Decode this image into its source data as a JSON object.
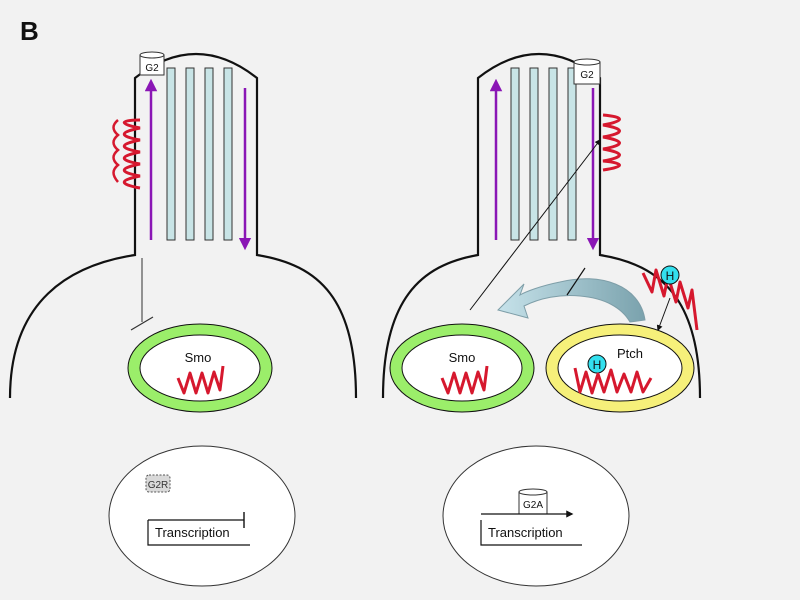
{
  "panel_letter": "B",
  "left_cell": {
    "cilium_tip_label": "G2",
    "smo_label": "Smo",
    "nucleus": {
      "repressor_label": "G2R",
      "transcription_label": "Transcription"
    }
  },
  "right_cell": {
    "cilium_tip_label": "G2",
    "smo_label": "Smo",
    "ptch_label": "Ptch",
    "ligand_label": "H",
    "ligand_label_bound": "H",
    "nucleus": {
      "activator_label": "G2A",
      "transcription_label": "Transcription"
    }
  },
  "colors": {
    "background": "#f2f2f2",
    "microtubule": "#c8e4e6",
    "transport_arrow": "#8a16b5",
    "protein_wave": "#d6182e",
    "smo_vesicle": "#9bee6a",
    "ptch_vesicle": "#f6f07a",
    "hedgehog": "#33e0ee",
    "recycle_arrow": "#9fc2cc"
  }
}
